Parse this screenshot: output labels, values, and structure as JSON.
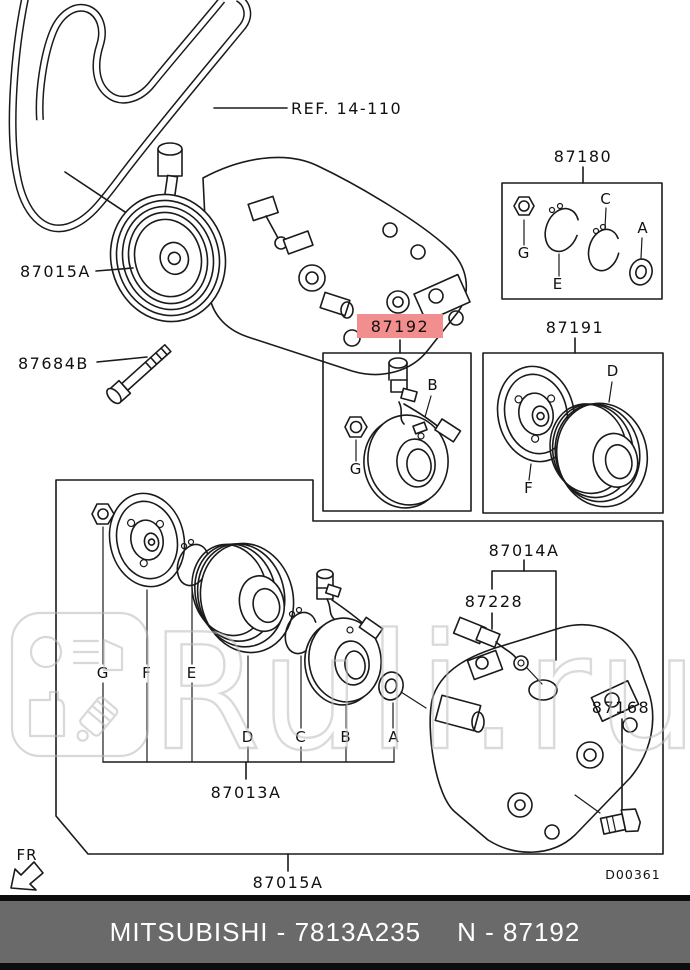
{
  "diagram": {
    "belt_ref": "REF. 14-110",
    "compressor_assy_label": "87015A",
    "bolt_label": "87684B",
    "seal_kit": {
      "code": "87180",
      "parts": {
        "g": "G",
        "e": "E",
        "c": "C",
        "a": "A"
      }
    },
    "coil_kit": {
      "code": "87192",
      "highlight_bg": "#f28e8d",
      "highlight_text": "#a62019",
      "parts": {
        "g": "G",
        "b": "B"
      }
    },
    "pulley_kit": {
      "code": "87191",
      "parts": {
        "f": "F",
        "d": "D"
      }
    },
    "clutch_kit": {
      "code": "87013A",
      "parts": {
        "g": "G",
        "f": "F",
        "e": "E",
        "d": "D",
        "c": "C",
        "b": "B",
        "a": "A"
      }
    },
    "compressor_unit": {
      "code": "87014A"
    },
    "sensor_label": "87228",
    "plug_label": "87168",
    "bottom_assy_label": "87015A",
    "drawing_number": "D00361",
    "front_marker": "FR",
    "line_color": "#1a1a1a"
  },
  "watermark": {
    "text": "Ruli.ru",
    "color": "#bdbdbd"
  },
  "footer": {
    "left": "MITSUBISHI - 7813A235",
    "right": "N - 87192",
    "bg": "#6a6a6a",
    "text_color": "#ffffff"
  }
}
